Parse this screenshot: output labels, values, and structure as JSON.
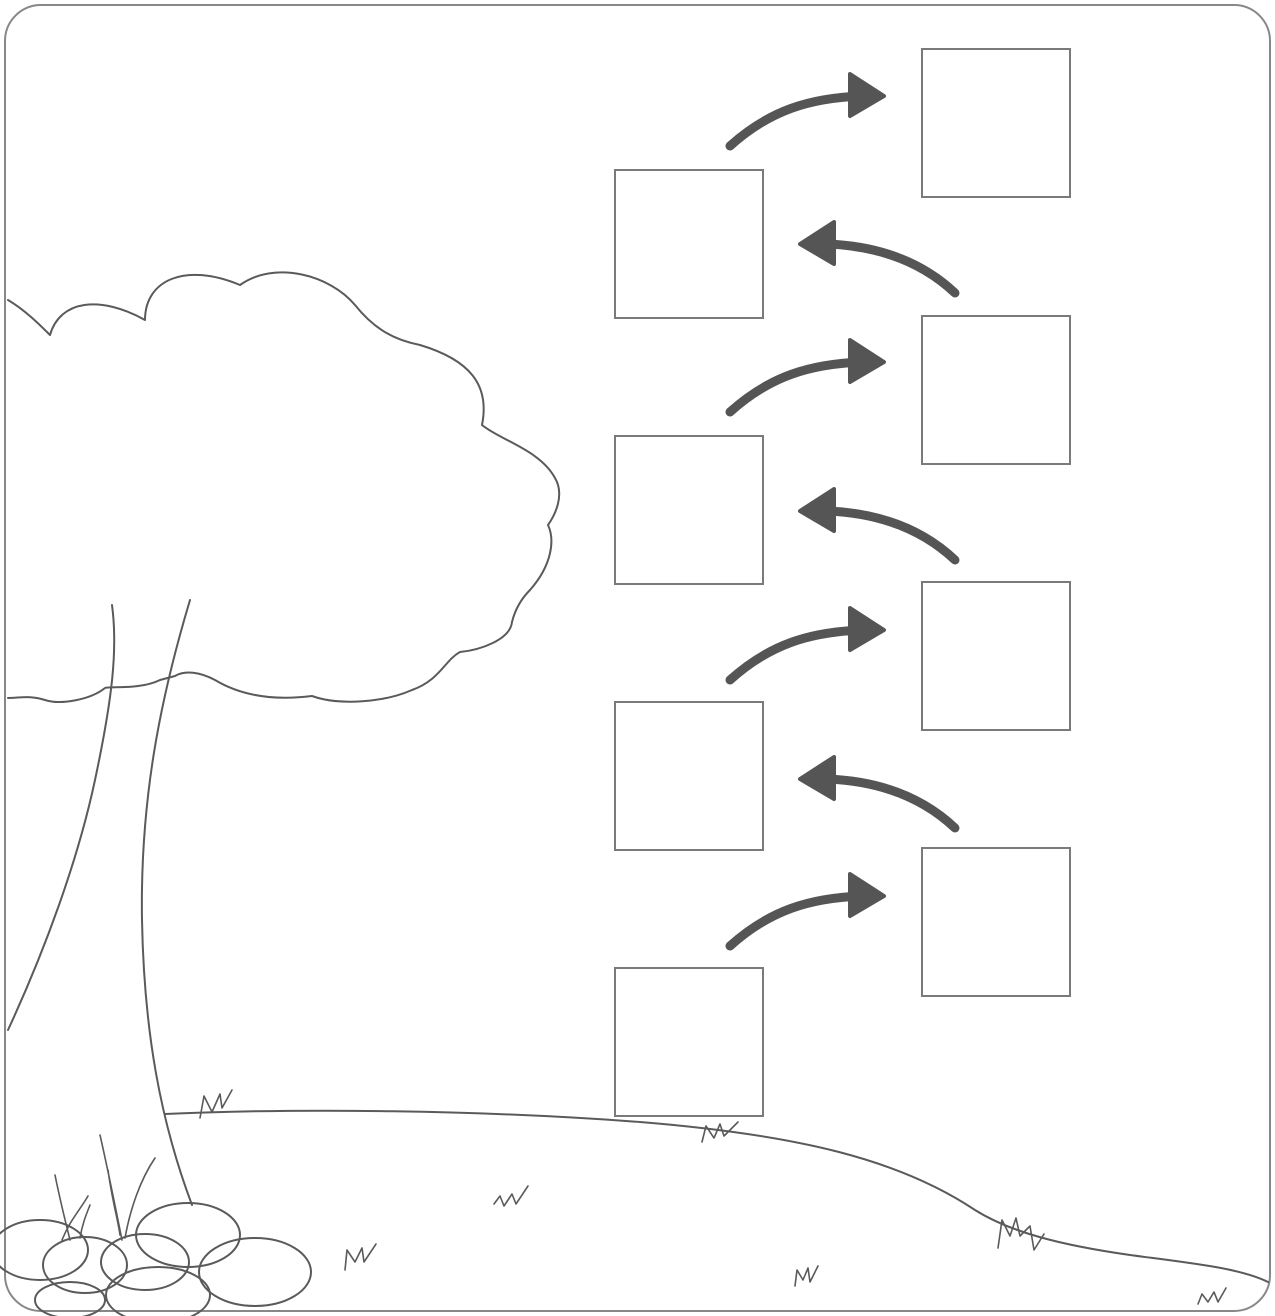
{
  "worksheet": {
    "answer_boxes": [
      {
        "id": 1,
        "column": "left",
        "value": ""
      },
      {
        "id": 2,
        "column": "right",
        "value": ""
      },
      {
        "id": 3,
        "column": "left",
        "value": ""
      },
      {
        "id": 4,
        "column": "right",
        "value": ""
      },
      {
        "id": 5,
        "column": "left",
        "value": ""
      },
      {
        "id": 6,
        "column": "right",
        "value": ""
      },
      {
        "id": 7,
        "column": "left",
        "value": ""
      }
    ],
    "arrow_color": "#555555",
    "line_color": "#5a5a5a",
    "frame_color": "#888888"
  }
}
